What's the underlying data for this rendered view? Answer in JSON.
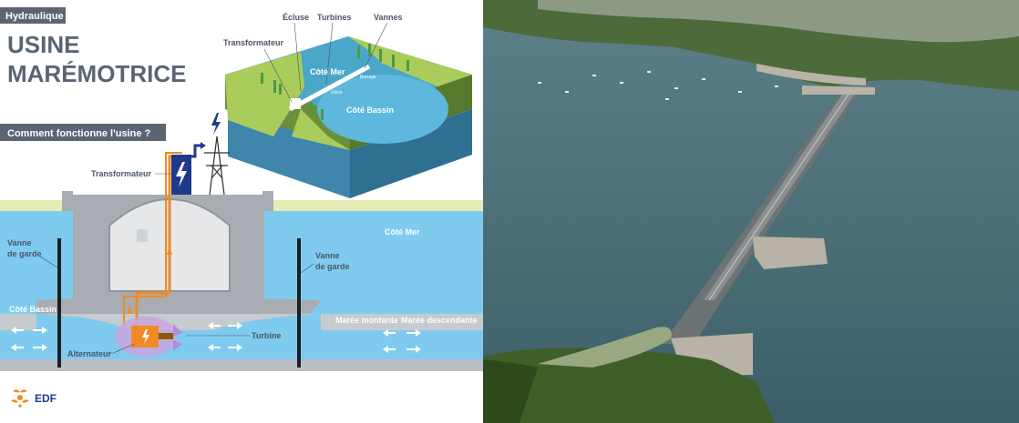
{
  "header": {
    "category": "Hydraulique",
    "title_line1": "USINE",
    "title_line2": "MARÉMOTRICE",
    "section": "Comment fonctionne l'usine ?"
  },
  "inset_3d": {
    "ecluse": "Écluse",
    "turbines": "Turbines",
    "vannes": "Vannes",
    "transformateur": "Transformateur",
    "cote_mer": "Côté Mer",
    "barrage": "Barrage",
    "usine": "Usine",
    "cote_bassin": "Côté Bassin"
  },
  "cross_section": {
    "transformateur": "Transformateur",
    "cote_mer": "Côté Mer",
    "vanne_garde_left_1": "Vanne",
    "vanne_garde_left_2": "de garde",
    "vanne_garde_right_1": "Vanne",
    "vanne_garde_right_2": "de garde",
    "cote_bassin": "Côté Bassin",
    "maree_montante": "Marée montante",
    "maree_descendante": "Marée descendante",
    "turbine": "Turbine",
    "alternateur": "Alternateur"
  },
  "brand": {
    "logo_text": "EDF"
  },
  "colors": {
    "water_blue": "#7ecbef",
    "land_green": "#e6ecb5",
    "concrete_grey": "#a7adb3",
    "orange": "#f08a24",
    "label_grey": "#4a5566",
    "navy": "#1e3a8a",
    "header_bg": "#5a6574"
  }
}
